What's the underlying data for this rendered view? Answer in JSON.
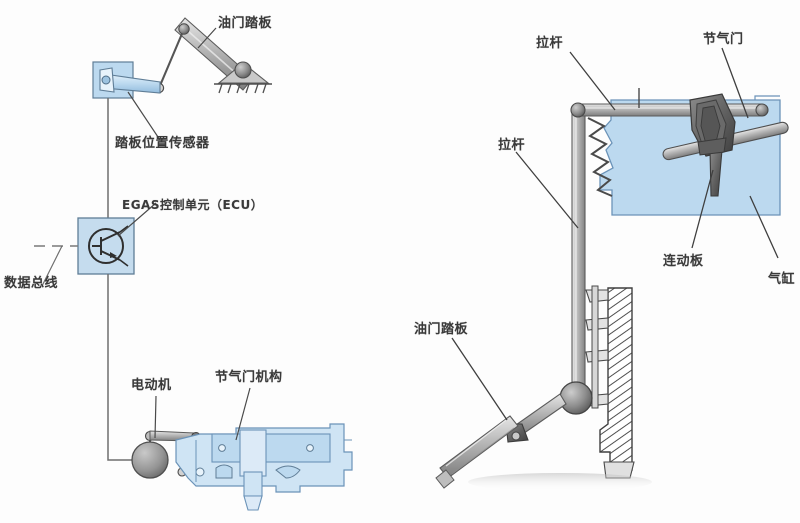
{
  "diagram": {
    "title": "EGAS Electronic Throttle Control System Diagram",
    "background_color": "#fdfdfd",
    "palette": {
      "blue_fill": "#bcd9ef",
      "blue_fill_light": "#cfe4f4",
      "blue_stroke": "#6b93b8",
      "metal_light": "#d9d9d9",
      "metal_mid": "#a8a8a8",
      "metal_dark": "#6e6e6e",
      "line": "#4a4a4a",
      "text": "#3a3a3a"
    },
    "left_panel": {
      "name": "egas-schematic",
      "labels": {
        "accelerator_pedal": "油门踏板",
        "pedal_position_sensor": "踏板位置传感器",
        "egas_control_unit": "EGAS控制单元（ECU）",
        "data_bus": "数据总线",
        "electric_motor": "电动机",
        "throttle_mechanism": "节气门机构"
      }
    },
    "right_panel": {
      "name": "throttle-linkage-detail",
      "labels": {
        "pull_rod_upper": "拉杆",
        "pull_rod_lower": "拉杆",
        "throttle_valve": "节气门",
        "linkage_plate": "连动板",
        "cylinder": "气缸",
        "accelerator_pedal": "油门踏板"
      }
    }
  }
}
